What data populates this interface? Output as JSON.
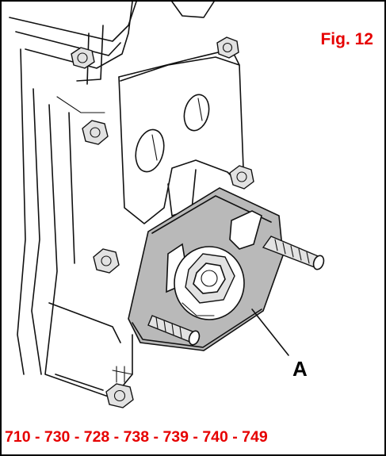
{
  "figure": {
    "label": "Fig. 12",
    "callout": "A",
    "model_codes": "710 - 730 - 728 - 738 - 739 - 740 - 749"
  },
  "colors": {
    "label_red": "#e60000",
    "ink": "#111111",
    "background": "#ffffff"
  }
}
